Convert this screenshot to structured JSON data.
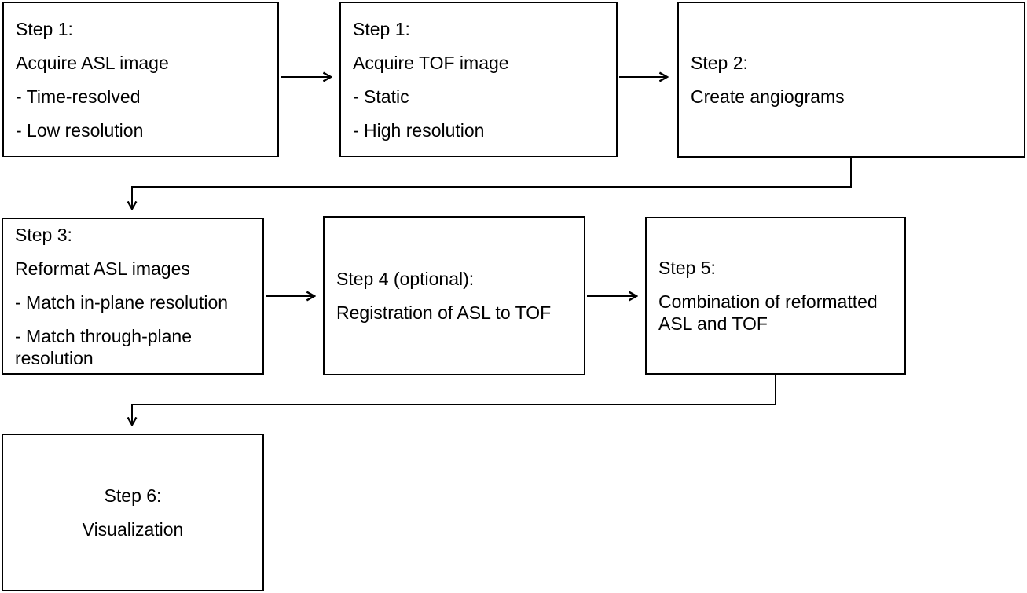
{
  "diagram": {
    "colors": {
      "stroke": "#000000",
      "background": "#ffffff",
      "text": "#000000"
    },
    "boxes": [
      {
        "id": "step1-asl",
        "lines": [
          "Step 1:",
          "Acquire ASL image",
          "- Time-resolved",
          "- Low resolution"
        ]
      },
      {
        "id": "step1-tof",
        "lines": [
          "Step 1:",
          "Acquire TOF image",
          "- Static",
          "- High resolution"
        ]
      },
      {
        "id": "step2",
        "lines": [
          "Step 2:",
          "Create angiograms"
        ]
      },
      {
        "id": "step3",
        "lines": [
          "Step 3:",
          "Reformat ASL images",
          "- Match in-plane resolution",
          "- Match through-plane resolution"
        ]
      },
      {
        "id": "step4",
        "lines": [
          "Step 4 (optional):",
          "Registration of ASL to TOF"
        ]
      },
      {
        "id": "step5",
        "lines": [
          "Step 5:",
          "Combination of reformatted ASL and TOF"
        ]
      },
      {
        "id": "step6",
        "lines": [
          "Step 6:",
          "Visualization"
        ]
      }
    ],
    "connections": [
      "step1-asl to step1-tof",
      "step1-tof to step2",
      "step2 to step3",
      "step3 to step4",
      "step4 to step5",
      "step5 to step6"
    ]
  }
}
